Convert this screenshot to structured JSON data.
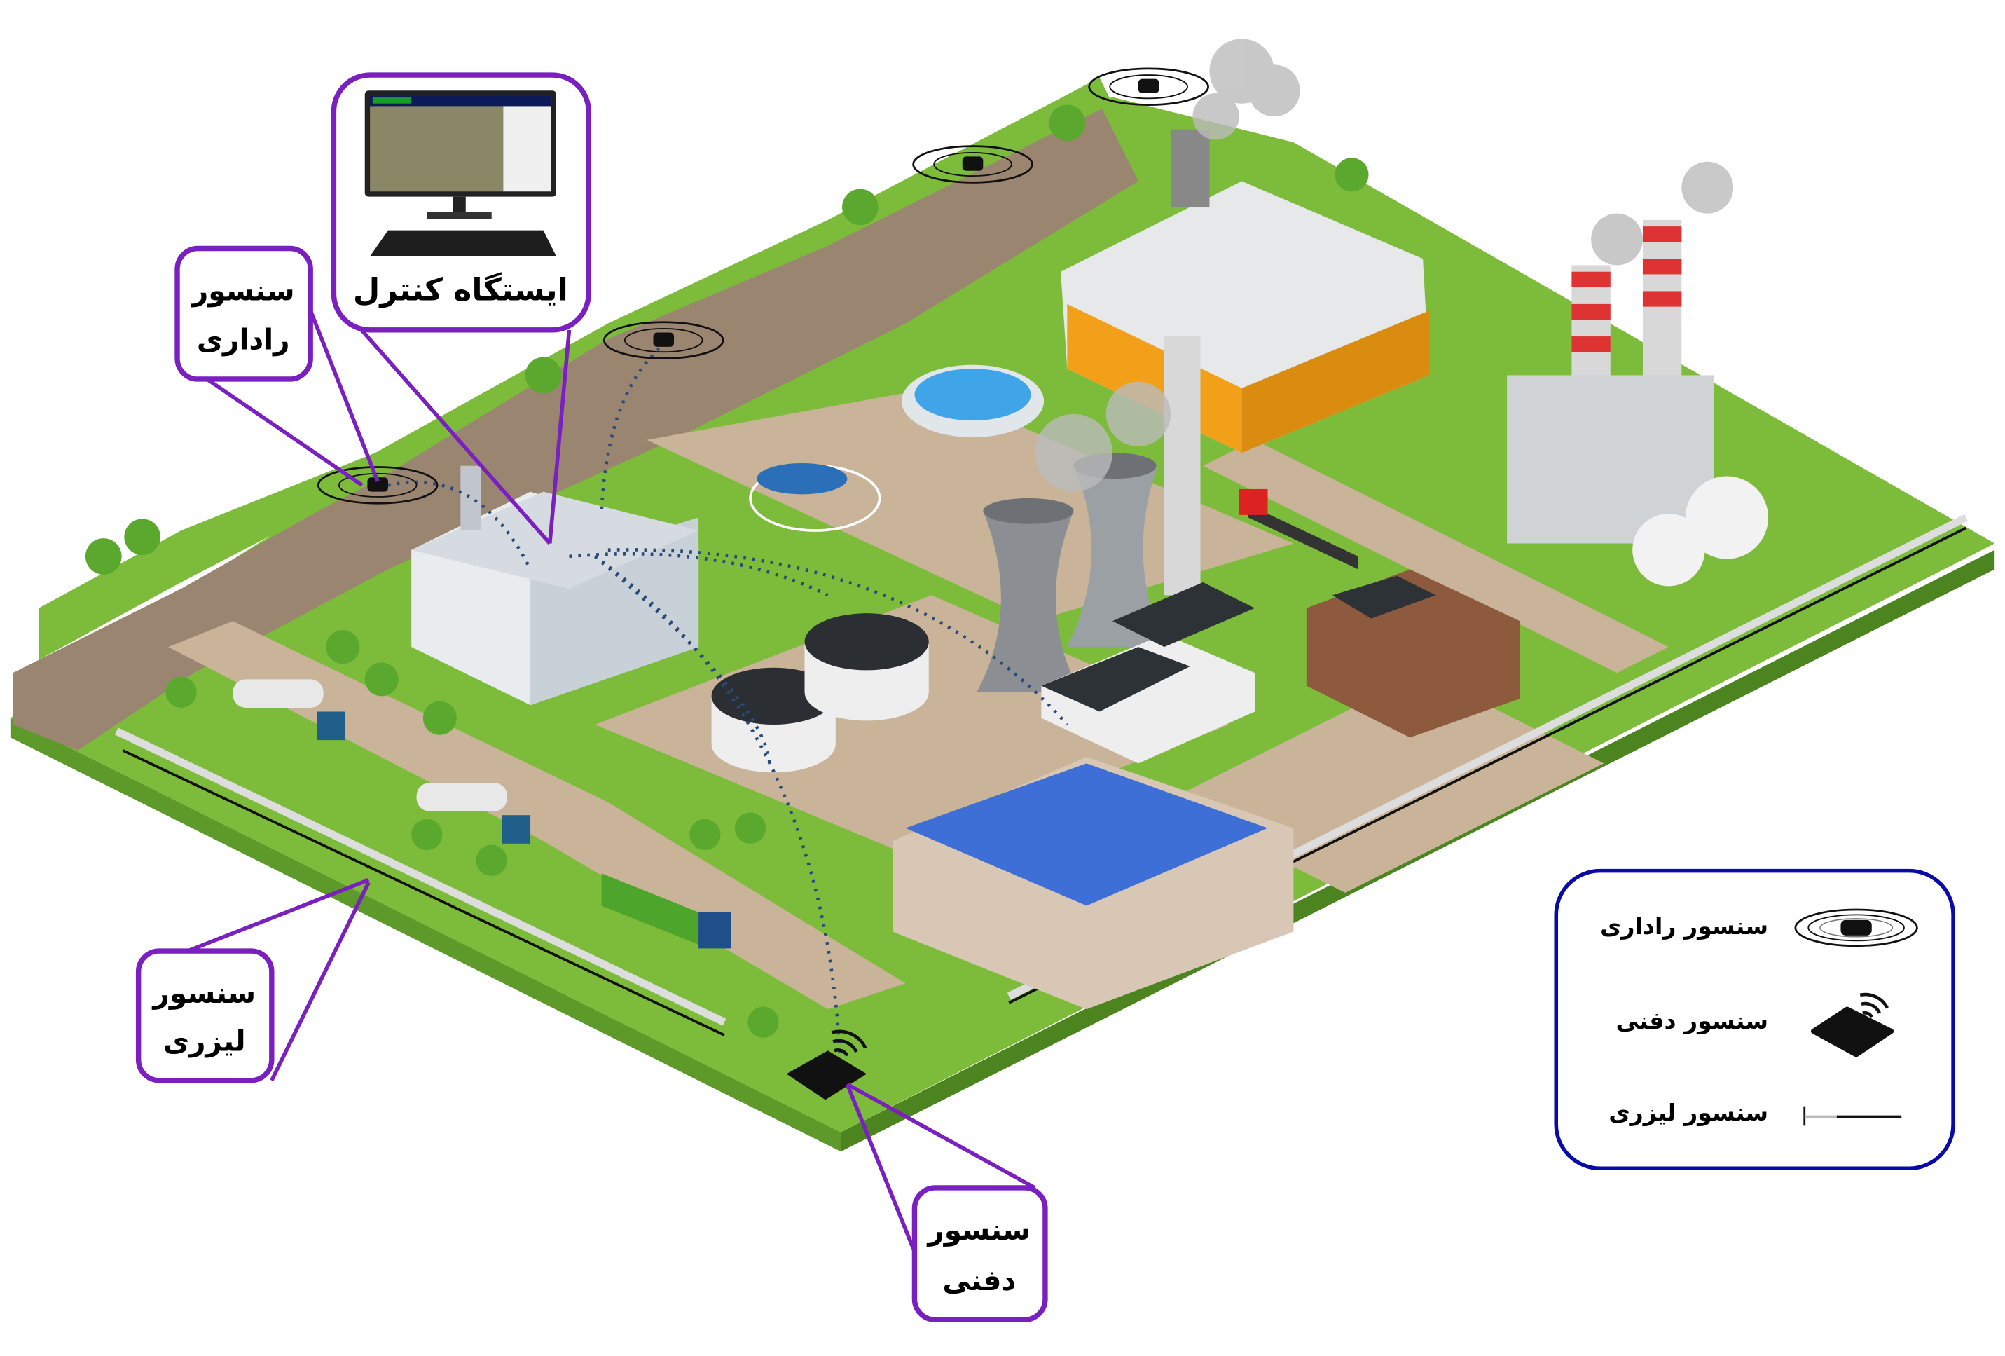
{
  "callouts": {
    "radar": {
      "line1": "سنسور",
      "line2": "راداری"
    },
    "control_station": {
      "label": "ایستگاه کنترل"
    },
    "laser": {
      "line1": "سنسور",
      "line2": "لیزری"
    },
    "buried": {
      "line1": "سنسور",
      "line2": "دفنی"
    }
  },
  "legend": {
    "items": [
      {
        "label": "سنسور راداری",
        "icon": "radar-sensor-icon"
      },
      {
        "label": "سنسور دفنی",
        "icon": "buried-sensor-icon"
      },
      {
        "label": "سنسور لیزری",
        "icon": "laser-sensor-icon"
      }
    ]
  },
  "colors": {
    "callout_border": "#7a1fc0",
    "legend_border": "#0a0aa8",
    "grass": "#7dbb3a",
    "road": "#c9b49a",
    "cliff": "#9a8670"
  }
}
